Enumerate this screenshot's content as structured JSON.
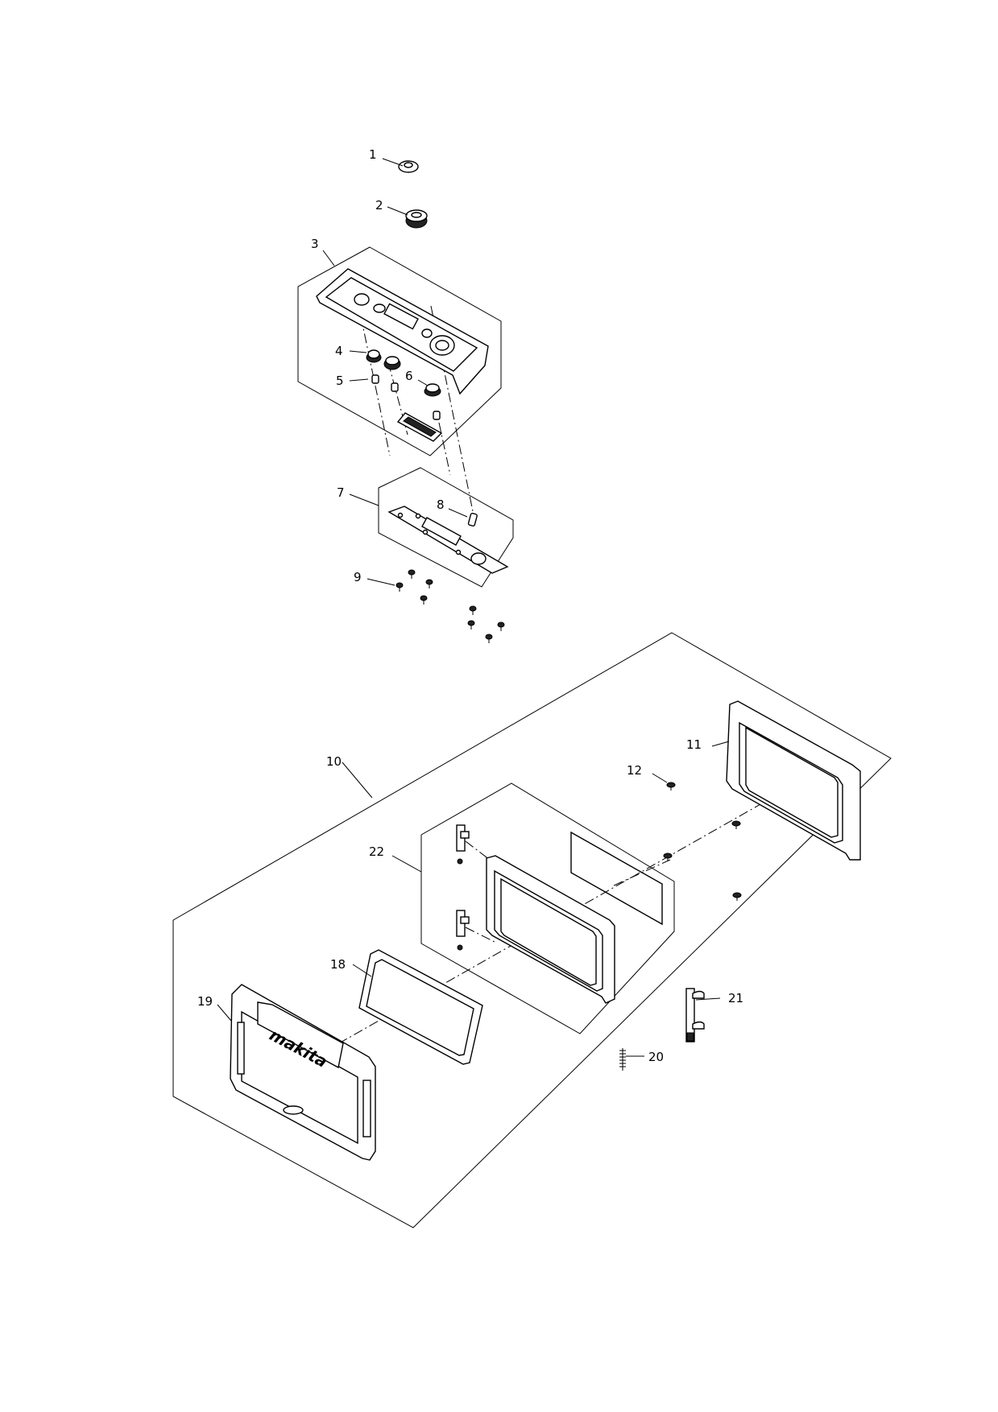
{
  "diagram": {
    "callouts": [
      "1",
      "2",
      "3",
      "4",
      "5",
      "6",
      "7",
      "8",
      "9",
      "10",
      "11",
      "12",
      "18",
      "19",
      "20",
      "21",
      "22"
    ],
    "brand_logo": "makita"
  }
}
